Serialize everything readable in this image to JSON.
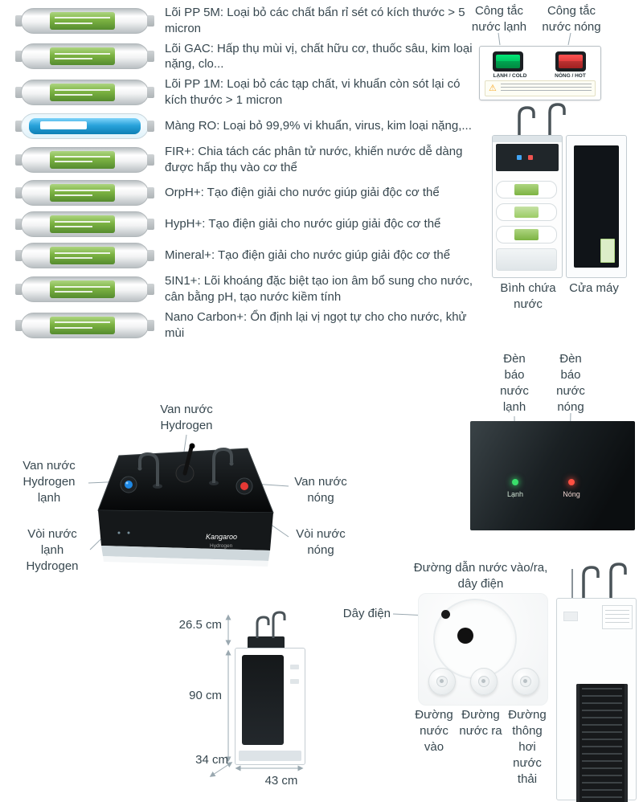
{
  "colors": {
    "text": "#37474f",
    "filter_green": "#7cb342",
    "ro_blue": "#29a3db",
    "switch_green": "#00c853",
    "switch_red": "#c62828",
    "led_green": "#39e06b",
    "led_red": "#ff5042",
    "leader_line": "#9aa8b0"
  },
  "filters": {
    "items": [
      {
        "text": "Lõi PP 5M: Loại bỏ các chất bẩn rỉ sét có kích thước > 5 micron"
      },
      {
        "text": "Lõi GAC: Hấp thụ mùi vị, chất hữu cơ, thuốc sâu, kim loại nặng, clo..."
      },
      {
        "text": "Lõi PP 1M: Loại bỏ các tạp chất, vi khuẩn còn sót lại có kích thước > 1 micron"
      },
      {
        "text": "Màng RO: Loại bỏ 99,9% vi khuẩn, virus, kim loại nặng,..."
      },
      {
        "text": "FIR+: Chia tách các phân tử nước, khiến nước dễ dàng được hấp thụ vào cơ thể"
      },
      {
        "text": "OrpH+: Tạo điện giải cho nước giúp giải độc cơ thể"
      },
      {
        "text": "HypH+: Tạo điện giải cho nước giúp giải độc cơ thể"
      },
      {
        "text": "Mineral+: Tạo điện giải cho nước giúp giải độc cơ thể"
      },
      {
        "text": "5IN1+: Lõi khoáng đặc biệt tạo ion âm bổ sung cho nước, cân bằng pH, tạo nước kiềm tính"
      },
      {
        "text": "Nano Carbon+: Ổn định lại vị ngọt tự cho cho nước, khử mùi"
      }
    ]
  },
  "switch_section": {
    "label_cold": "Công tắc nước lạnh",
    "label_hot": "Công tắc nước nóng",
    "cold_tag": "LẠNH / COLD",
    "hot_tag": "NÓNG / HOT",
    "warning_icon": "⚠"
  },
  "machine_open": {
    "label_tank": "Bình chứa nước",
    "label_door": "Cửa máy"
  },
  "indicators": {
    "label_cold": "Đèn báo nước lạnh",
    "label_hot": "Đèn báo nước nóng",
    "cold": "Lạnh",
    "hot": "Nóng"
  },
  "topview": {
    "label_valve_hydrogen": "Van nước Hydrogen",
    "label_valve_cold": "Van nước Hydrogen lạnh",
    "label_valve_hot": "Van nước nóng",
    "label_tap_cold": "Vòi nước lạnh Hydrogen",
    "label_tap_hot": "Vòi nước nóng",
    "brand": "Kangaroo",
    "brand_sub": "Hydrogen"
  },
  "dimensions": {
    "faucet_height": "26.5 cm",
    "body_height": "90 cm",
    "depth": "34 cm",
    "width": "43 cm"
  },
  "connections": {
    "title": "Đường dẫn nước vào/ra, dây điện",
    "power": "Dây điện",
    "inlet": "Đường nước vào",
    "outlet": "Đường nước ra",
    "vent": "Đường thông hơi nước thải"
  }
}
